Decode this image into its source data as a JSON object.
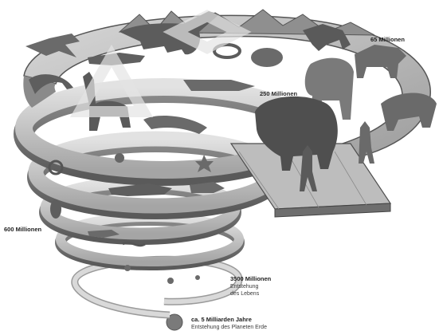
{
  "timeline_labels": {
    "m65": "65 Millionen",
    "m250": "250 Millionen",
    "m600": "600 Millionen",
    "m3500": "3500 Millionen",
    "m3500_sub1": "Entstehung",
    "m3500_sub2": "des Lebens",
    "bn5": "ca. 5 Milliarden Jahre",
    "bn5_sub": "Entstehung des Planeten Erde"
  },
  "colors": {
    "spiral_light": "#d4d4d4",
    "spiral_mid": "#a9a9a9",
    "spiral_dark": "#6e6e6e",
    "edge": "#4a4a4a",
    "creature": "#5c5c5c",
    "watermark": "#e6e6e6"
  },
  "icons": {
    "earth": "planet-earth",
    "mountains": "mountain-range",
    "mammoth": "mammoth",
    "human": "human-figure",
    "dinosaur": "sauropod"
  }
}
